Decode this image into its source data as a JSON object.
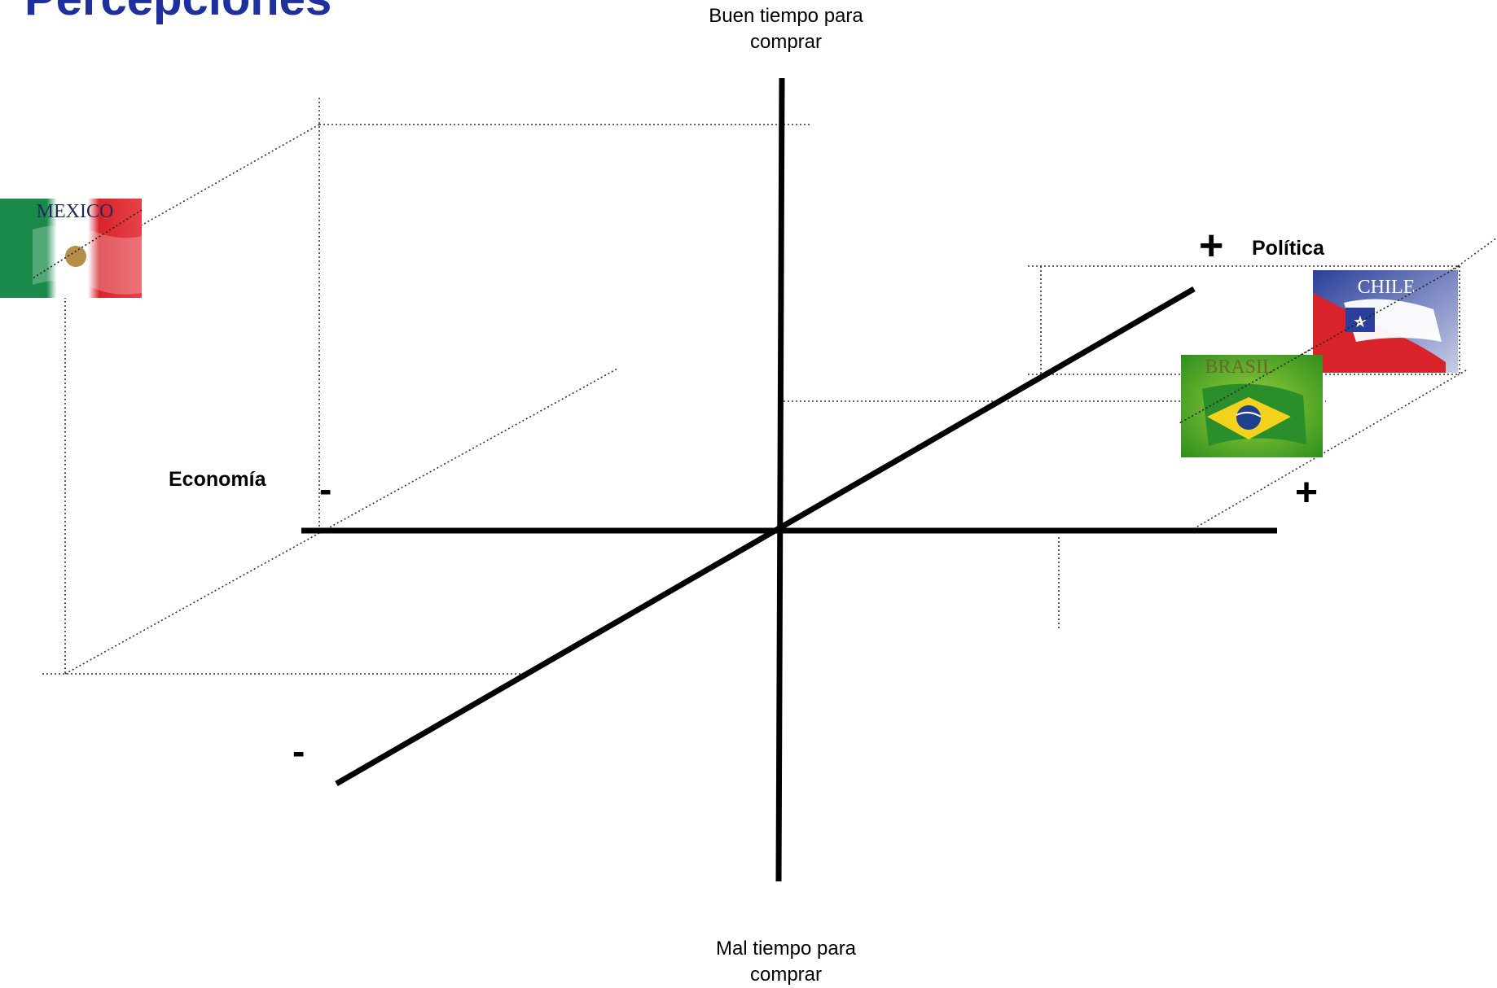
{
  "title": "Percepciones",
  "axes": {
    "top_label": "Buen tiempo para comprar",
    "bottom_label": "Mal tiempo para comprar",
    "economia_label": "Economía",
    "politica_label": "Política",
    "plus": "+",
    "minus": "-"
  },
  "countries": [
    {
      "name": "MEXICO",
      "colors": [
        "#1a8a4a",
        "#ffffff",
        "#d8232a"
      ]
    },
    {
      "name": "BRASIL",
      "colors": [
        "#3a9a2a",
        "#f2d21c",
        "#1f3f8f"
      ]
    },
    {
      "name": "CHILE",
      "colors": [
        "#3a4fa8",
        "#ffffff",
        "#d8232a"
      ]
    }
  ]
}
